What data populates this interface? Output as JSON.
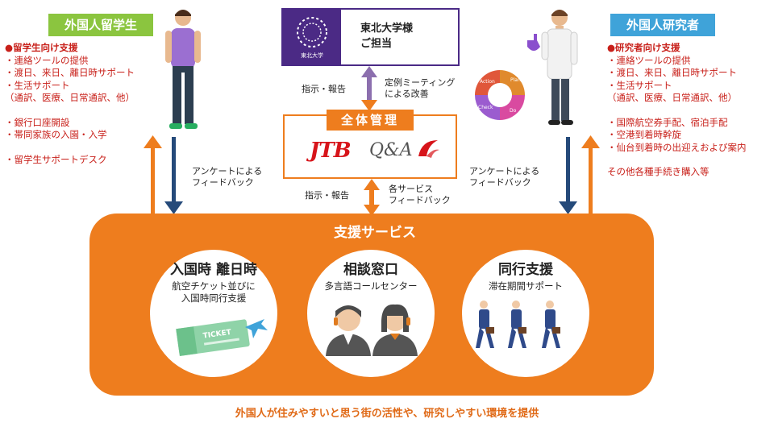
{
  "left": {
    "tag": "外国人留学生",
    "items": [
      {
        "text": "●留学生向け支援",
        "head": true
      },
      {
        "text": "・連絡ツールの提供"
      },
      {
        "text": "・渡日、来日、離日時サポート"
      },
      {
        "text": "・生活サポート"
      },
      {
        "text": "（通訳、医療、日常通訳、他）"
      },
      {
        "gap": true
      },
      {
        "text": "・銀行口座開設"
      },
      {
        "text": "・帯同家族の入園・入学"
      },
      {
        "gap": true
      },
      {
        "text": "・留学生サポートデスク"
      }
    ],
    "feedback": [
      "アンケートによる",
      "フィードバック"
    ]
  },
  "right": {
    "tag": "外国人研究者",
    "items": [
      {
        "text": "●研究者向け支援",
        "head": true
      },
      {
        "text": "・連絡ツールの提供"
      },
      {
        "text": "・渡日、来日、離日時サポート"
      },
      {
        "text": "・生活サポート"
      },
      {
        "text": "（通訳、医療、日常通訳、他）"
      },
      {
        "gap": true
      },
      {
        "text": "・国際航空券手配、宿泊手配"
      },
      {
        "text": "・空港到着時幹旋"
      },
      {
        "text": "・仙台到着時の出迎えおよび案内"
      },
      {
        "gap": true
      },
      {
        "text": "その他各種手続き購入等"
      }
    ],
    "feedback": [
      "アンケートによる",
      "フィードバック"
    ]
  },
  "tohoku": {
    "name_line1": "東北大学様",
    "name_line2": "ご担当",
    "logo_caption": "東北大学"
  },
  "top_link": {
    "left_label": "指示・報告",
    "right_label": [
      "定例ミーティング",
      "による改善"
    ],
    "cycle": [
      "Plan",
      "Do",
      "Check",
      "Action"
    ]
  },
  "management": {
    "title": "全体管理",
    "logos": [
      "JTB",
      "Q&A"
    ]
  },
  "bottom_link": {
    "left_label": "指示・報告",
    "right_label": [
      "各サービス",
      "フィードバック"
    ]
  },
  "services": {
    "title": "支援サービス",
    "items": [
      {
        "title": "入国時 離日時",
        "sub": [
          "航空チケット並びに",
          "入国時同行支援"
        ],
        "icon": "ticket-icon",
        "icon_text": "TICKET"
      },
      {
        "title": "相談窓口",
        "sub": [
          "多言語コールセンター"
        ],
        "icon": "call-center-icon"
      },
      {
        "title": "同行支援",
        "sub": [
          "滞在期間サポート"
        ],
        "icon": "walking-people-icon"
      }
    ]
  },
  "footer": "外国人が住みやすいと思う街の活性や、研究しやすい環境を提供",
  "colors": {
    "orange": "#ee7d1e",
    "green": "#8bc53f",
    "blue": "#3fa3d9",
    "navy": "#254a7a",
    "red": "#c8201a",
    "purple": "#4b2a85"
  }
}
